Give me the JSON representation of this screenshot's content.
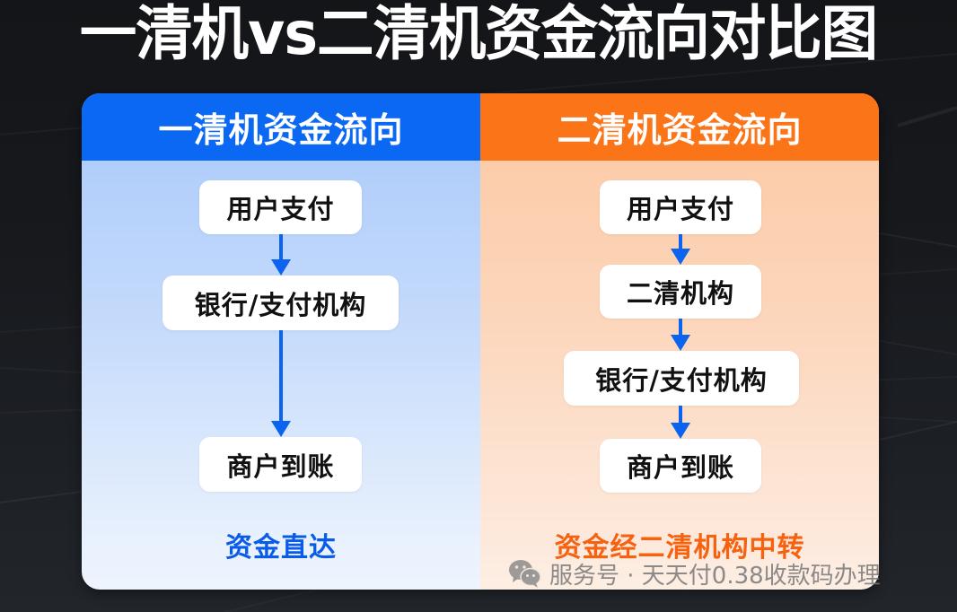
{
  "title": "一清机vs二清机资金流向对比图",
  "colors": {
    "left_header": "#0b68f3",
    "right_header": "#fb7418",
    "arrow": "#0c63f0",
    "left_footer_text": "#0a5ce8",
    "right_footer_text": "#f6620f"
  },
  "left_panel": {
    "header": "一清机资金流向",
    "nodes": [
      "用户支付",
      "银行/支付机构",
      "商户到账"
    ],
    "footer": "资金直达"
  },
  "right_panel": {
    "header": "二清机资金流向",
    "nodes": [
      "用户支付",
      "二清机构",
      "银行/支付机构",
      "商户到账"
    ],
    "footer": "资金经二清机构中转"
  },
  "watermark": {
    "icon": "wechat-icon",
    "text": "服务号 · 天天付0.38收款码办理"
  }
}
